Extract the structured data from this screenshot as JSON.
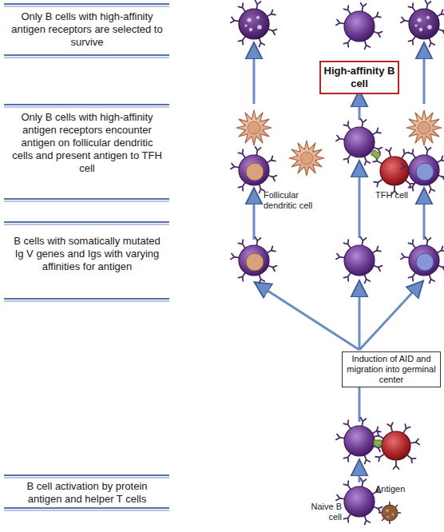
{
  "diagram": {
    "nodes": [
      {
        "text": [
          "High-affinity B cell"
        ]
      },
      {
        "text": [
          "Induction of AID and migration into germinal center"
        ]
      }
    ],
    "labels": [
      "Only B cells with high-affinity antigen receptors are selected to survive",
      "Only B cells with high-affinity antigen receptors encounter antigen on follicular dendritic cells and present antigen to TFH cell",
      "B cells with somatically mutated Ig V genes and Igs with varying affinities for antigen",
      "B cell activation by protein antigen and helper T cells",
      "Follicular dendritic cell",
      "TFH cell",
      "Naive B cell",
      "Antigen"
    ]
  }
}
